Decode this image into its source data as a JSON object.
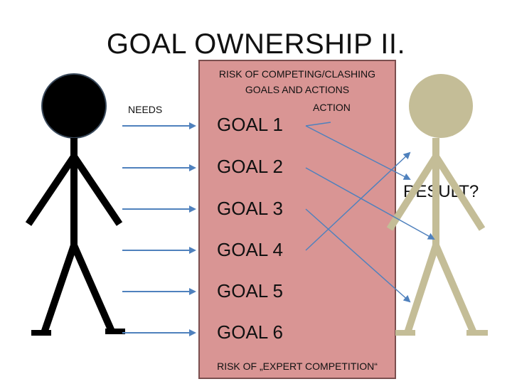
{
  "title": "GOAL OWNERSHIP II.",
  "panel": {
    "top_line1": "RISK OF COMPETING/CLASHING",
    "top_line2": "GOALS AND ACTIONS",
    "action_label": "ACTION",
    "bottom_label": "RISK OF „EXPERT COMPETITION“"
  },
  "needs_label": "NEEDS",
  "result_label": "RESULT?",
  "goals": [
    "GOAL 1",
    "GOAL 2",
    "GOAL 3",
    "GOAL 4",
    "GOAL 5",
    "GOAL 6"
  ],
  "colors": {
    "panel_fill": "#d99594",
    "arrow": "#4f81bd",
    "left_figure": "#000000",
    "right_figure": "#c4bd97"
  }
}
